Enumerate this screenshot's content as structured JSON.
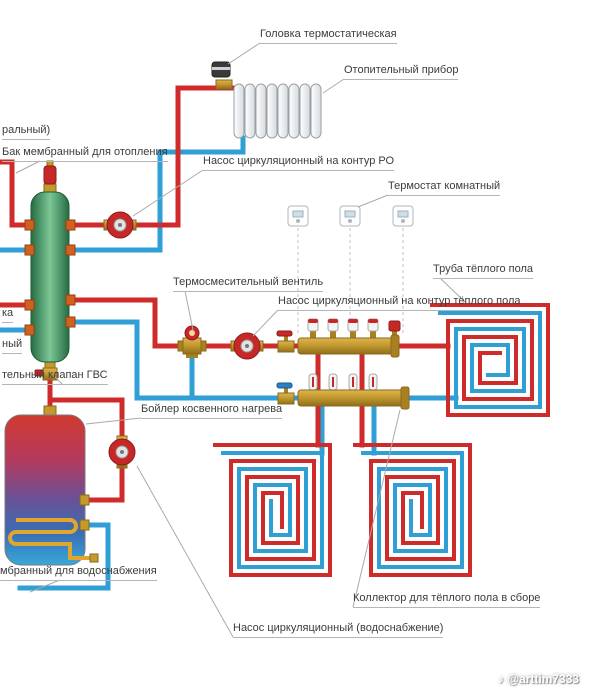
{
  "labels": {
    "thermostatic_head": "Головка термостатическая",
    "heating_device": "Отопительный прибор",
    "cut_main": "ральный)",
    "membrane_tank_heating": "Бак мембранный для отопления",
    "pump_ro": "Насос циркуляционный на контур РО",
    "room_thermostat": "Термостат комнатный",
    "mixing_valve": "Термосмесительный вентиль",
    "pump_floor": "Насос циркуляционный на контур тёплого пола",
    "floor_pipe": "Труба тёплого пола",
    "cut_ka": "ка",
    "cut_ny": "ный",
    "dhw_valve": "тельный клапан ГВС",
    "boiler": "Бойлер косвенного нагрева",
    "membrane_tank_water": "мбранный для водоснабжения",
    "pump_water": "Насос циркуляционный (водоснабжение)",
    "floor_manifold": "Коллектор для тёплого пола в сборе"
  },
  "watermark": {
    "icon": "♪",
    "handle": "@arttim7333"
  },
  "colors": {
    "supply_pipe": "#cf2b2b",
    "return_pipe": "#2f9fd6",
    "brass": "#c49a2e",
    "separator_green": "#2e7d4f",
    "pump_red": "#c62828",
    "coil_orange": "#e0a62e"
  }
}
